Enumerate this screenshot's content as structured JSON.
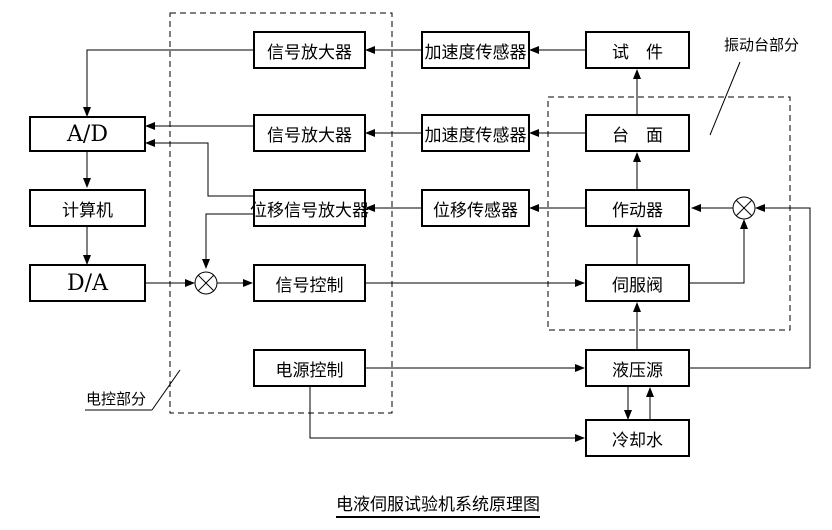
{
  "blocks": {
    "ad": "A/D",
    "computer": "计算机",
    "da": "D/A",
    "amp1": "信号放大器",
    "amp2": "信号放大器",
    "disp_amp": "位移信号放大器",
    "signal_ctrl": "信号控制",
    "power_ctrl": "电源控制",
    "accel1": "加速度传感器",
    "accel2": "加速度传感器",
    "disp_sensor": "位移传感器",
    "specimen": "试　件",
    "table": "台　面",
    "actuator": "作动器",
    "servo_valve": "伺服阀",
    "hydraulic": "液压源",
    "cooling": "冷却水"
  },
  "labels": {
    "vibration_part": "振动台部分",
    "electric_part": "电控部分"
  },
  "title": "电液伺服试验机系统原理图"
}
